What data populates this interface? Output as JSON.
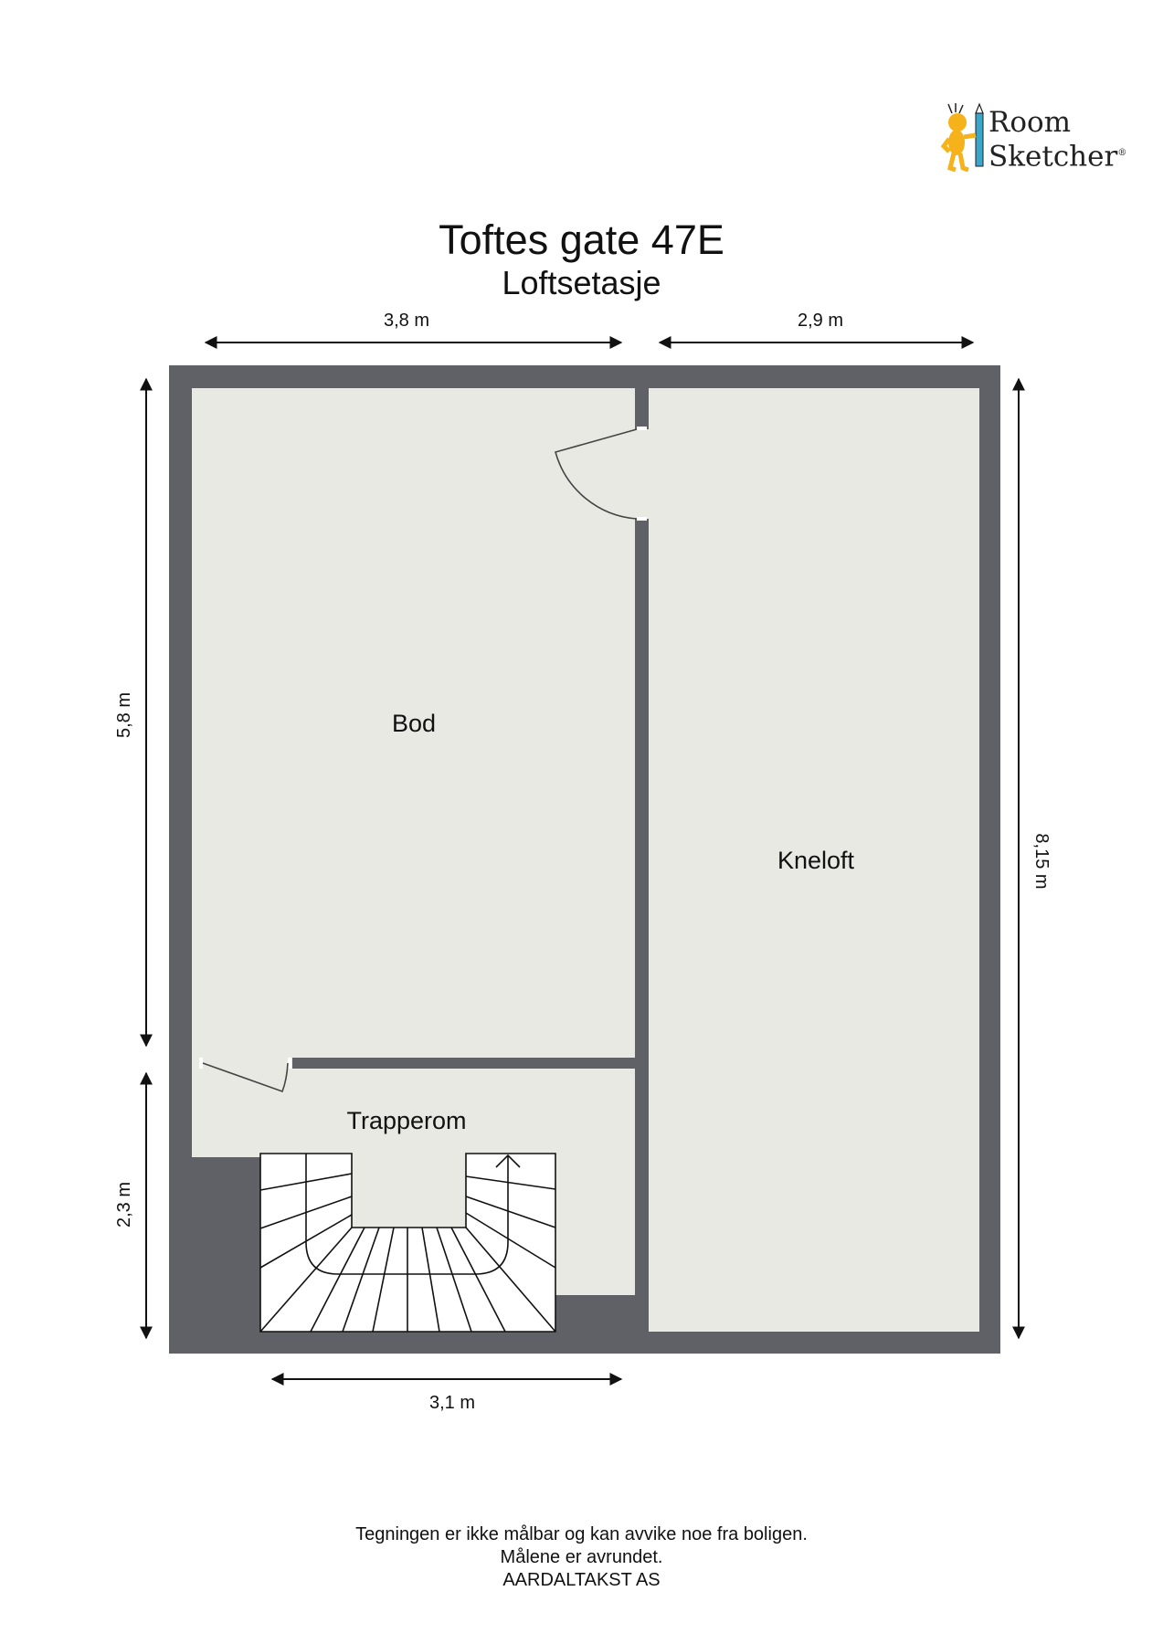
{
  "logo": {
    "line1": "Room",
    "line2": "Sketcher",
    "reg": "®",
    "icon": "roomsketcher-mascot-pencil-icon"
  },
  "header": {
    "title": "Toftes gate 47E",
    "subtitle": "Loftsetasje"
  },
  "dimensions": {
    "top_left": "3,8 m",
    "top_right": "2,9 m",
    "left_upper": "5,8 m",
    "left_lower": "2,3 m",
    "right": "8,15 m",
    "bottom": "3,1 m"
  },
  "rooms": {
    "bod": "Bod",
    "kneloft": "Kneloft",
    "trapperom": "Trapperom"
  },
  "footer": {
    "line1": "Tegningen er ikke målbar og kan avvike noe fra boligen.",
    "line2": "Målene er avrundet.",
    "line3": "AARDALTAKST AS"
  },
  "colors": {
    "wall": "#5f6166",
    "floor": "#e9e9e3",
    "stairs": "#ffffff",
    "text": "#111111",
    "logo_yellow": "#f5b21a",
    "logo_blue": "#3aa6c9"
  }
}
